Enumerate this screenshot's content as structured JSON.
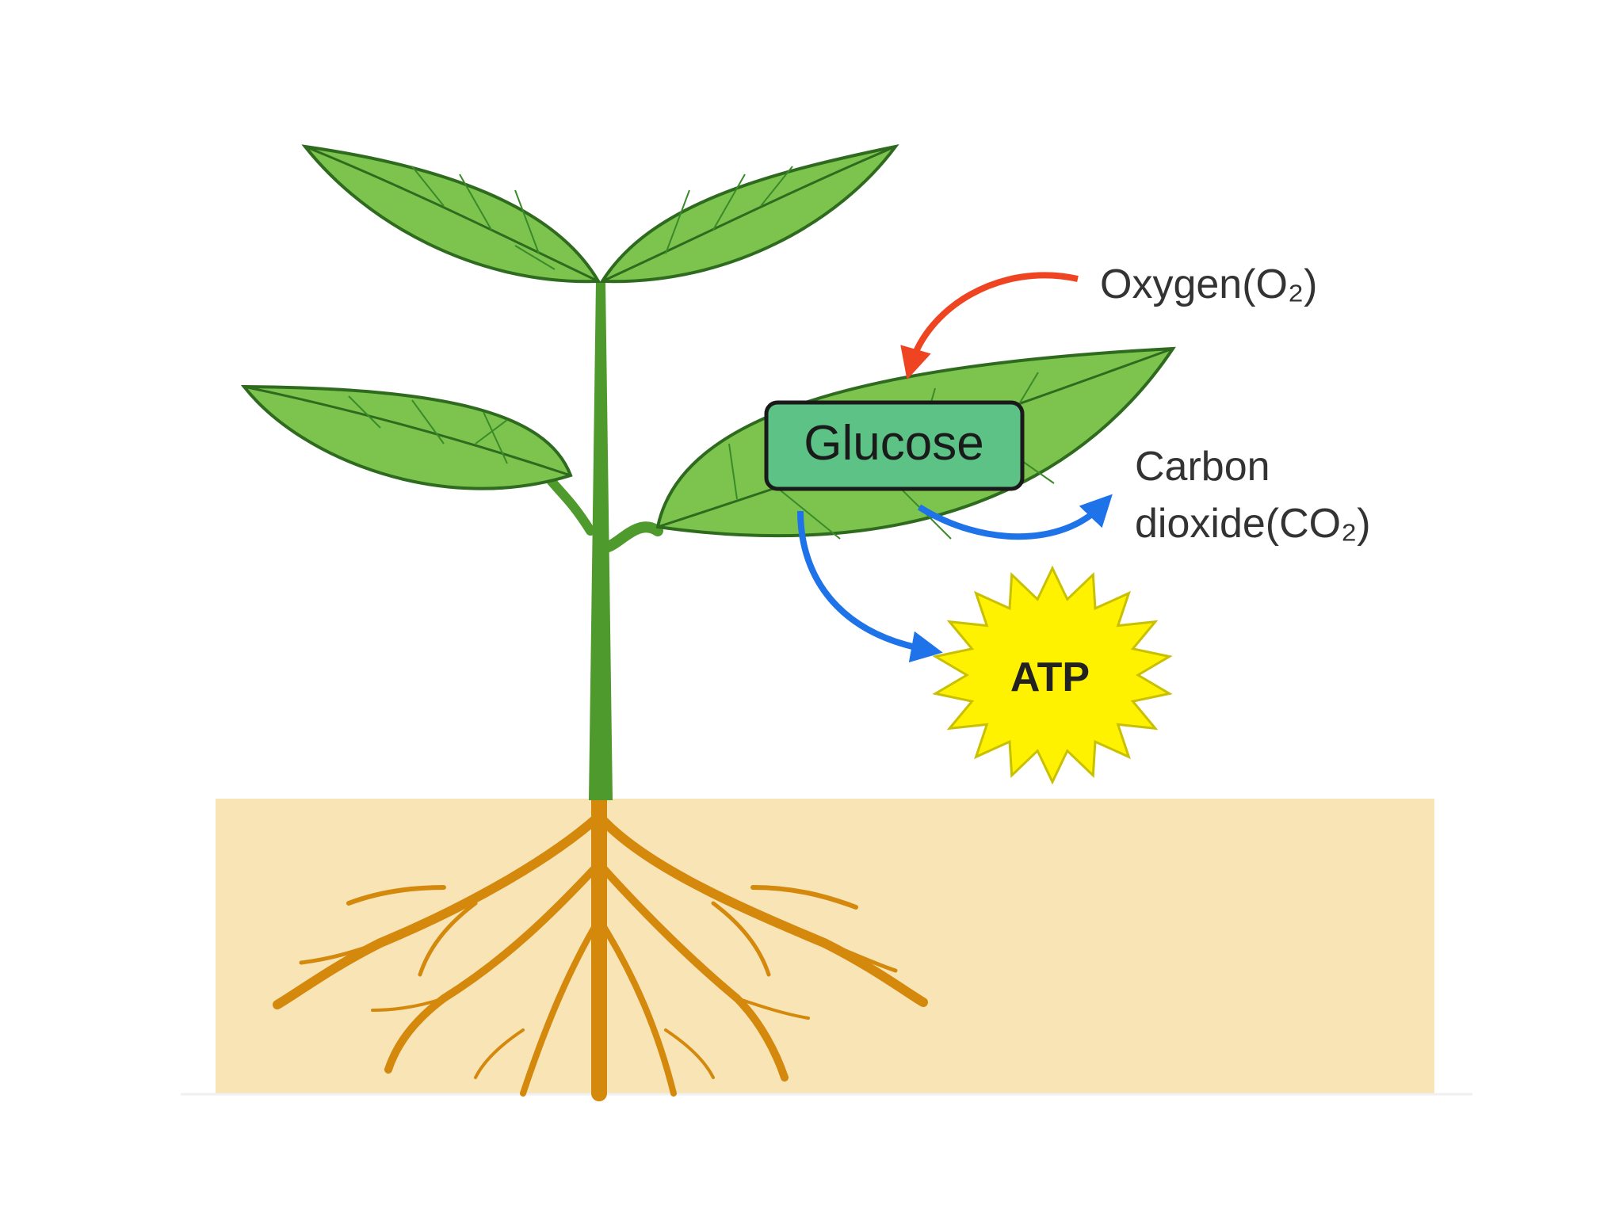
{
  "diagram": {
    "glucose_label": "Glucose",
    "atp_label": "ATP",
    "oxygen_label": "Oxygen(O₂)",
    "co2_label_line1": "Carbon",
    "co2_label_line2": "dioxide(CO₂)"
  },
  "colors": {
    "leaf": "#7cc44e",
    "leaf_dark": "#2f6b1f",
    "stem": "#4f9a2c",
    "root": "#d4880c",
    "soil": "#f8e4b4",
    "glucose_box": "#5cc286",
    "atp_star": "#fff200",
    "oxygen_arrow": "#ee4422",
    "output_arrow": "#1f73e8"
  }
}
